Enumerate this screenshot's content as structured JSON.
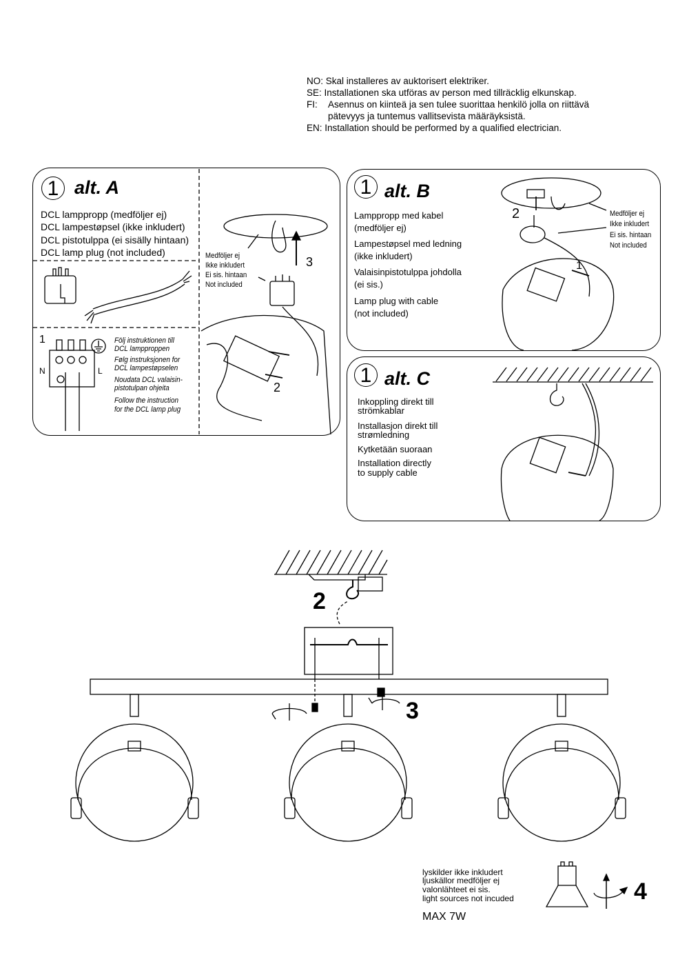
{
  "warnings": {
    "no": "NO: Skal installeres av auktorisert elektriker.",
    "se": "SE: Installationen ska utföras av person med tillräcklig elkunskap.",
    "fi_label": "FI:",
    "fi_line1": "Asennus on kiinteä ja sen tulee suorittaa henkilö jolla on riittävä",
    "fi_line2": "pätevyys ja tuntemus vallitsevista määräyksistä.",
    "en": "EN: Installation should be performed by a qualified electrician."
  },
  "panel_a": {
    "step": "1",
    "title": "alt. A",
    "lines": [
      "DCL lamppropp (medföljer ej)",
      "DCL lampestøpsel (ikke inkludert)",
      "DCL pistotulppa (ei sisälly hintaan)",
      "DCL lamp plug (not included)"
    ],
    "not_included": [
      "Medföljer ej",
      "Ikke inkludert",
      "Ei sis. hintaan",
      "Not included"
    ],
    "wiring_step": "1",
    "label_n": "N",
    "label_l": "L",
    "instructions": [
      "Följ instruktionen till",
      "DCL lampproppen",
      "Følg instruksjonen for",
      "DCL lampestøpselen",
      "Noudata DCL valaisin-",
      "pistotulpan ohjeita",
      "Follow the instruction",
      "for the DCL lamp plug"
    ],
    "step_2": "2",
    "step_3": "3"
  },
  "panel_b": {
    "step": "1",
    "title": "alt. B",
    "lines": [
      "Lamppropp med kabel",
      "(medföljer ej)",
      "Lampestøpsel med ledning",
      "(ikke inkludert)",
      "Valaisinpistotulppa johdolla",
      "(ei sis.)",
      "Lamp plug with cable",
      "(not included)"
    ],
    "not_included": [
      "Medföljer ej",
      "Ikke inkludert",
      "Ei sis. hintaan",
      "Not included"
    ],
    "step_1": "1",
    "step_2": "2"
  },
  "panel_c": {
    "step": "1",
    "title": "alt. C",
    "lines": [
      "Inkoppling direkt till",
      "strömkablar",
      "Installasjon direkt till",
      "strømledning",
      "Kytketään suoraan",
      "Installation directly",
      "to supply cable"
    ]
  },
  "assembly": {
    "step_2": "2",
    "step_3": "3",
    "step_4": "4"
  },
  "bulb": {
    "lines": [
      "lyskilder ikke inkludert",
      "ljuskällor medföljer ej",
      "valonlähteet ei sis.",
      "light sources not incuded"
    ],
    "max": "MAX 7W"
  }
}
